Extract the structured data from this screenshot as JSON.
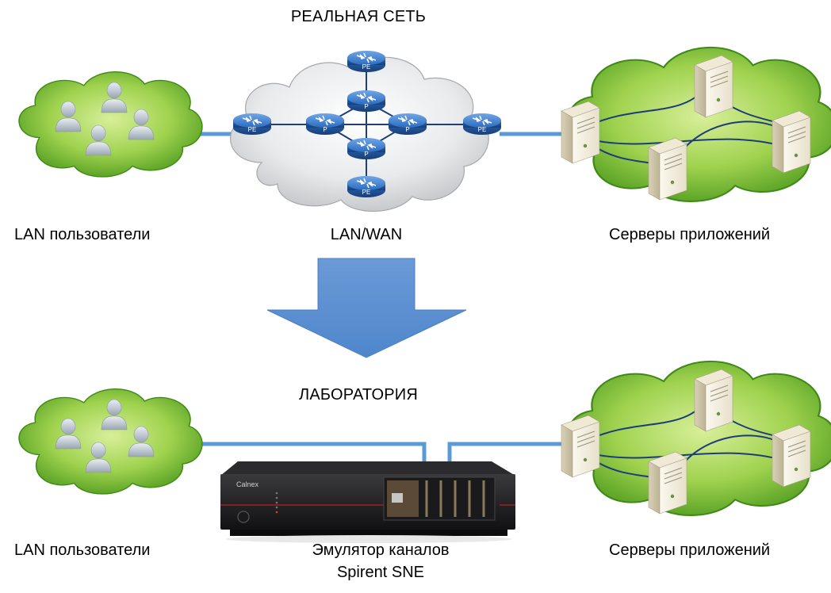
{
  "top": {
    "title": "РЕАЛЬНАЯ СЕТЬ",
    "left_label": "LAN пользователи",
    "center_label": "LAN/WAN",
    "right_label": "Серверы приложений"
  },
  "bottom": {
    "title": "ЛАБОРАТОРИЯ",
    "left_label": "LAN пользователи",
    "center_label_line1": "Эмулятор каналов",
    "center_label_line2": "Spirent SNE",
    "right_label": "Серверы приложений"
  },
  "routers": {
    "pe_label": "PE",
    "p_label": "P"
  },
  "device": {
    "brand": "Calnex"
  },
  "colors": {
    "link": "#5b9bd5",
    "arrow": "#5b8fd0",
    "cloud_green": "#66b22e",
    "cloud_gray": "#d9dadc",
    "router": "#2a6db5",
    "server_line": "#1f3c7a"
  },
  "icons": [
    "users-group-icon",
    "router-icon",
    "server-icon",
    "down-arrow-icon",
    "network-emulator-device-icon"
  ]
}
